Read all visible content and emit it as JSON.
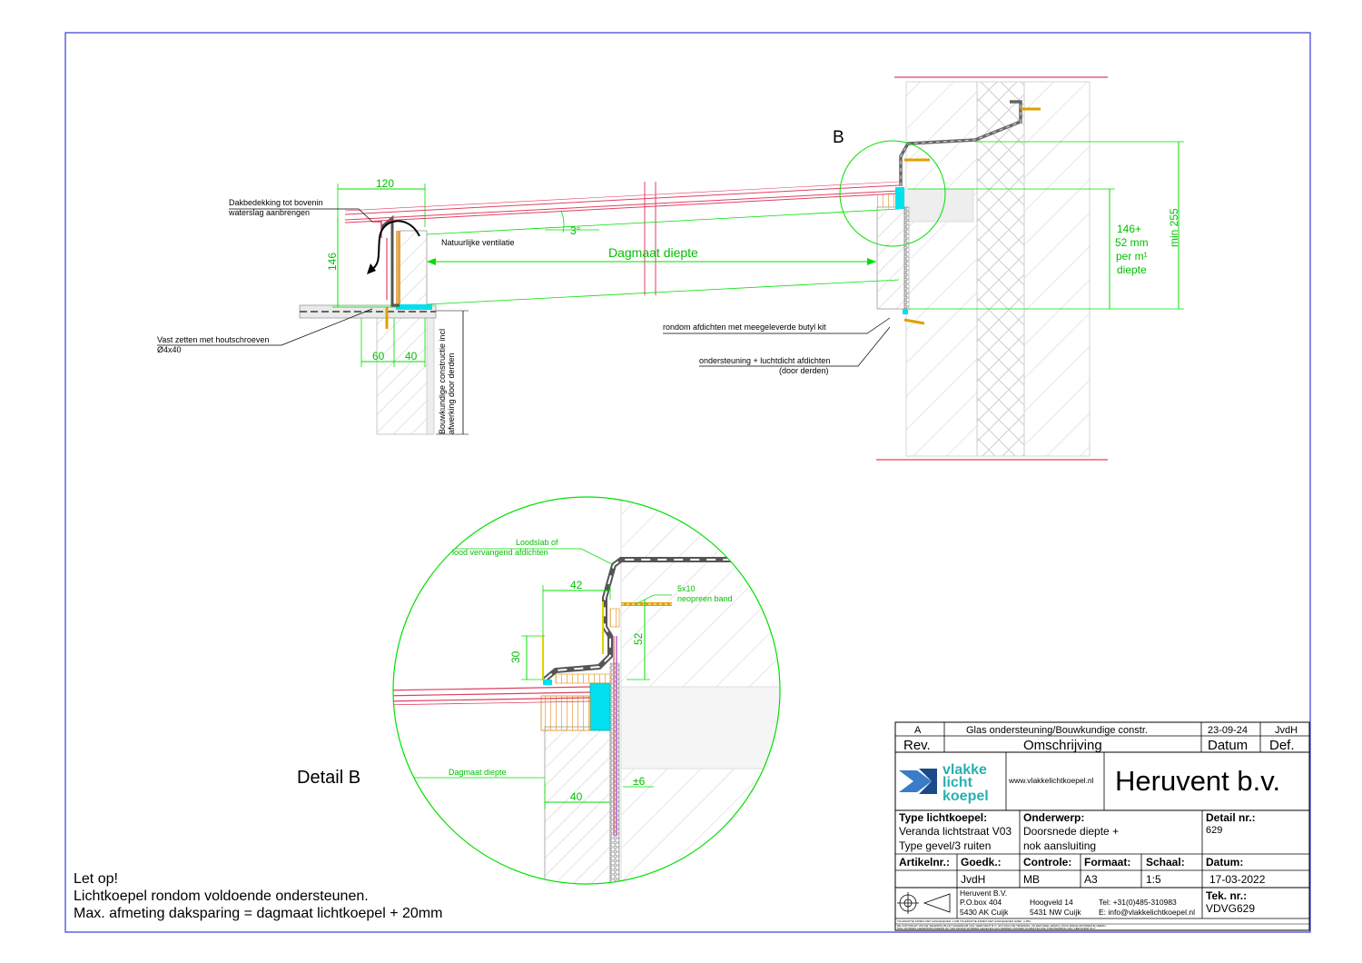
{
  "drawing": {
    "detail_b_label": "B",
    "detail_b_title": "Detail B",
    "dim_120": "120",
    "dim_146": "146",
    "dim_60": "60",
    "dim_40": "40",
    "dim_3deg": "3°",
    "dagmaat_diepte": "Dagmaat diepte",
    "dim_146plus_1": "146+",
    "dim_146plus_2": "52 mm",
    "dim_146plus_3": "per m¹",
    "dim_146plus_4": "diepte",
    "min_255": "min 255",
    "ann_dakbedekking_1": "Dakbedekking tot bovenin",
    "ann_dakbedekking_2": "waterslag aanbrengen",
    "ann_ventilatie": "Natuurlijke ventilatie",
    "ann_vastzetten_1": "Vast zetten met houtschroeven",
    "ann_vastzetten_2": "Ø4x40",
    "ann_bouwkundig_1": "Bouwkundige constructie incl",
    "ann_bouwkundig_2": "afwerking door derden",
    "ann_butyl": "rondom afdichten met meegeleverde butyl kit",
    "ann_ondersteuning_1": "ondersteuning + luchtdicht afdichten",
    "ann_ondersteuning_2": "(door derden)",
    "det_loodslab_1": "Loodslab of",
    "det_loodslab_2": "lood vervangend afdichten",
    "det_5x10_1": "5x10",
    "det_5x10_2": "neopreen band",
    "det_42": "42",
    "det_52": "52",
    "det_30": "30",
    "det_40": "40",
    "det_pm6": "±6",
    "det_dagmaat": "Dagmaat diepte"
  },
  "note": {
    "line1": "Let op!",
    "line2": "Lichtkoepel rondom voldoende ondersteunen.",
    "line3": "Max. afmeting daksparing = dagmaat lichtkoepel + 20mm"
  },
  "title_block": {
    "rev_letter": "A",
    "rev_desc": "Glas ondersteuning/Bouwkundige constr.",
    "rev_date": "23-09-24",
    "rev_by": "JvdH",
    "hdr_rev": "Rev.",
    "hdr_omschrijving": "Omschrijving",
    "hdr_datum": "Datum",
    "hdr_def": "Def.",
    "logo_1": "vlakke",
    "logo_2": "licht",
    "logo_3": "koepel",
    "website": "www.vlakkelichtkoepel.nl",
    "company": "Heruvent b.v.",
    "type_label": "Type lichtkoepel:",
    "type_val_1": "Veranda lichtstraat V03",
    "type_val_2": "Type gevel/3 ruiten",
    "onderwerp_label": "Onderwerp:",
    "onderwerp_1": "Doorsnede diepte +",
    "onderwerp_2": "nok aansluiting",
    "detailnr_label": "Detail nr.:",
    "detailnr": "629",
    "artikelnr_label": "Artikelnr.:",
    "goedk_label": "Goedk.:",
    "controle_label": "Controle:",
    "formaat_label": "Formaat:",
    "schaal_label": "Schaal:",
    "datum_label": "Datum:",
    "goedk": "JvdH",
    "controle": "MB",
    "formaat": "A3",
    "schaal": "1:5",
    "datum": "17-03-2022",
    "addr_1": "Heruvent B.V.",
    "addr_2": "P.O.box 404",
    "addr_3": "5430 AK Cuijk",
    "addr_4": "Hoogveld 14",
    "addr_5": "5431 NW Cuijk",
    "tel": "Tel: +31(0)485-310983",
    "email": "E: info@vlakkelichtkoepel.nl",
    "teknr_label": "Tek. nr.:",
    "teknr": "VDVG629",
    "fine_1": "TOLERANTIE INDIEN NIET AANGEGEVEN: 1 MM      TOLERANTIE INDIEN NIET AANGEGEVEN HOEK: 1 MM",
    "fine_2": "DE COPYRIGHT VAN DE TEKENING BLIJFT EIGENDOM VAN \"HERUVENT B.V.\" EN NOCH DE TEKENING, OF EEN DEEL ERVAN, NOCH ENIGE INFORMATIE HIERIN,",
    "fine_3": "MAG WORDEN GEREPRODUCEERD OF TER KENNIS WORDEN GEGEVEN AAN DERDEN ZONDER SCHRIFTELIJKE TOESTEMMING VAN \"HERUVENT B.V.\""
  },
  "colors": {
    "frame": "#3a3ad0",
    "dimension": "#00e000",
    "glass": "#e04060",
    "seal": "#00e0ee",
    "wood": "#e08a10",
    "hatch": "#c8c8c8"
  }
}
